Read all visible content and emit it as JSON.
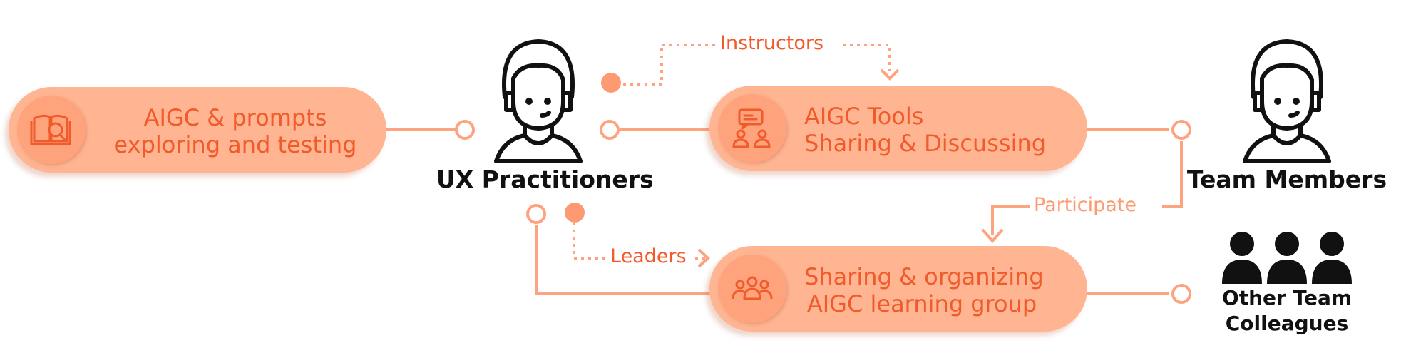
{
  "diagram": {
    "nodes": {
      "explore": {
        "line1": "AIGC & prompts",
        "line2": "exploring and testing",
        "icon": "book-search-icon"
      },
      "tools": {
        "line1": "AIGC Tools",
        "line2": "Sharing & Discussing",
        "icon": "group-chat-icon"
      },
      "group": {
        "line1": "Sharing & organizing",
        "line2": "AIGC learning group",
        "icon": "people-group-icon"
      }
    },
    "actors": {
      "ux": {
        "label": "UX Practitioners",
        "icon": "person-with-headset-icon"
      },
      "team": {
        "label": "Team Members",
        "icon": "person-with-headset-icon"
      },
      "others": {
        "line1": "Other Team",
        "line2": "Colleagues",
        "icon": "three-people-icon"
      }
    },
    "edges": {
      "instructors": "Instructors",
      "participate": "Participate",
      "leaders": "Leaders"
    },
    "colors": {
      "pill": "#ffb592",
      "pill_icon_bg": "#ffa37d",
      "accent_text": "#f15a2a",
      "connector": "#fda380",
      "dark": "#111111"
    }
  }
}
